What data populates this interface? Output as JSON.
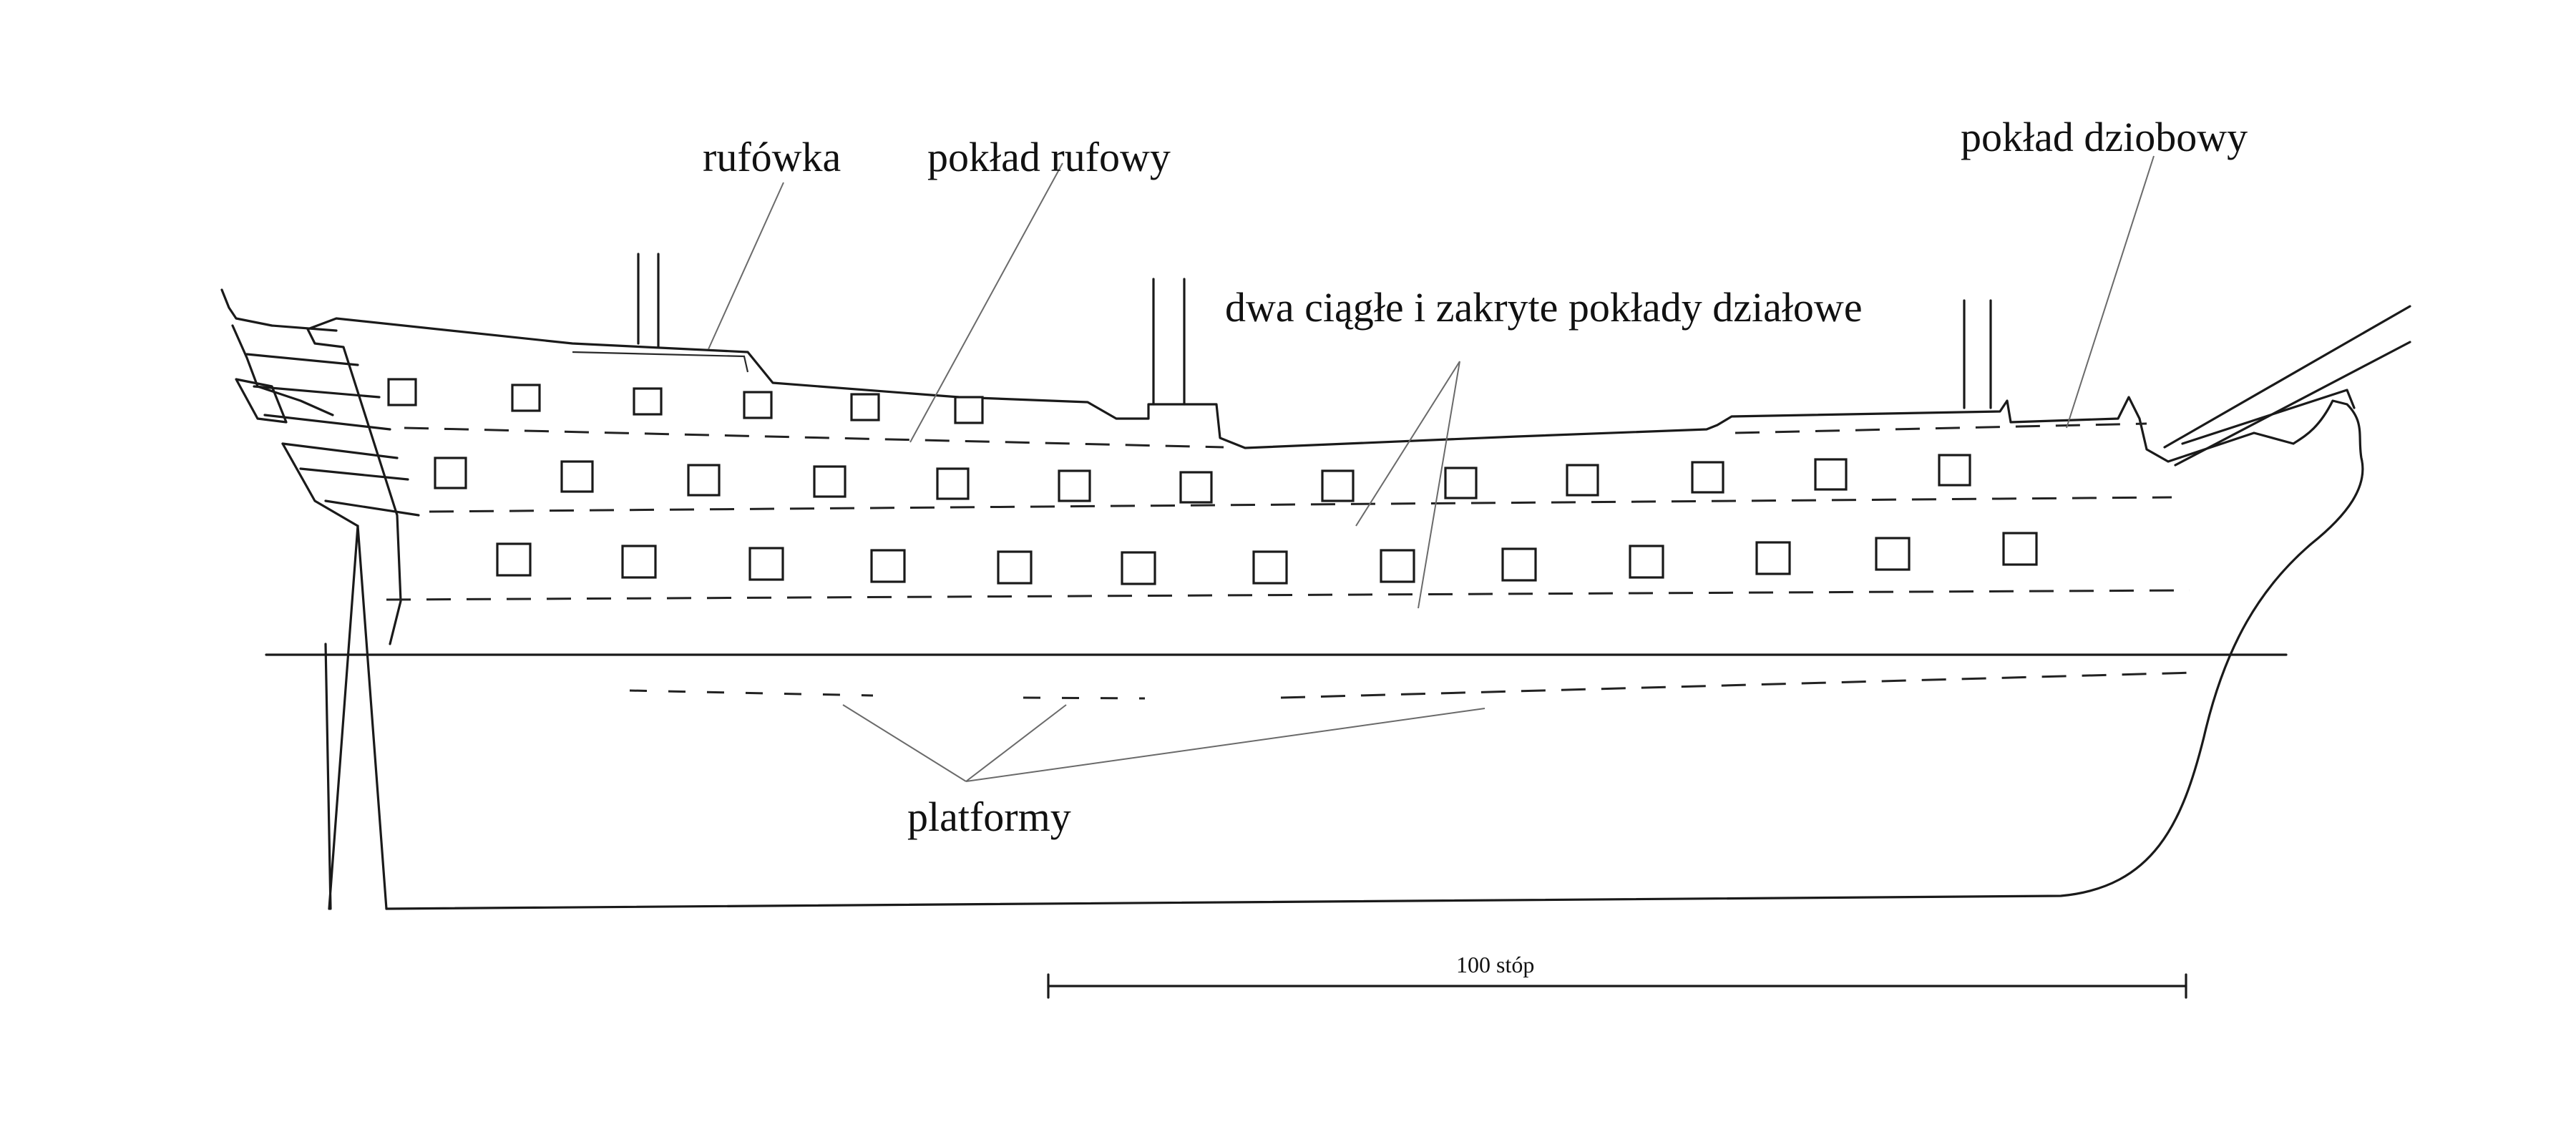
{
  "labels": {
    "rufowka": "rufówka",
    "poklad_rufowy": "pokład rufowy",
    "poklad_dziobowy": "pokład dziobowy",
    "poklady_dzialowe": "dwa ciągłe i zakryte pokłady działowe",
    "platformy": "platformy"
  },
  "scale_bar": {
    "label": "100 stóp"
  }
}
